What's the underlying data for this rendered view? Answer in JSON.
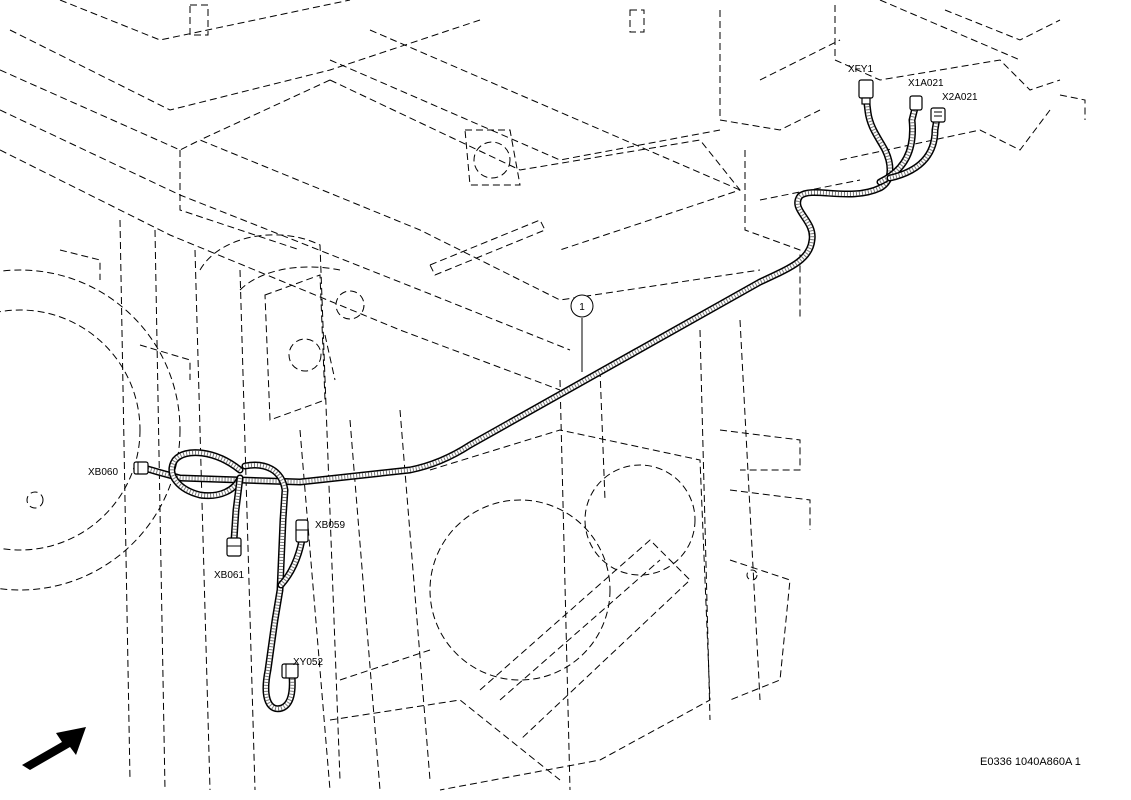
{
  "callouts": {
    "harness_number": "1"
  },
  "connectors": {
    "xfy1": "XFY1",
    "x1a021": "X1A021",
    "x2a021": "X2A021",
    "xb060": "XB060",
    "xb059": "XB059",
    "xb061": "XB061",
    "xy052": "XY052"
  },
  "figure_code": "E0336 1040A860A 1",
  "colors": {
    "line": "#000000",
    "harness_texture": "#7a7a7a",
    "background": "#ffffff"
  },
  "icons": {
    "direction_arrow": "direction-arrow-icon"
  }
}
